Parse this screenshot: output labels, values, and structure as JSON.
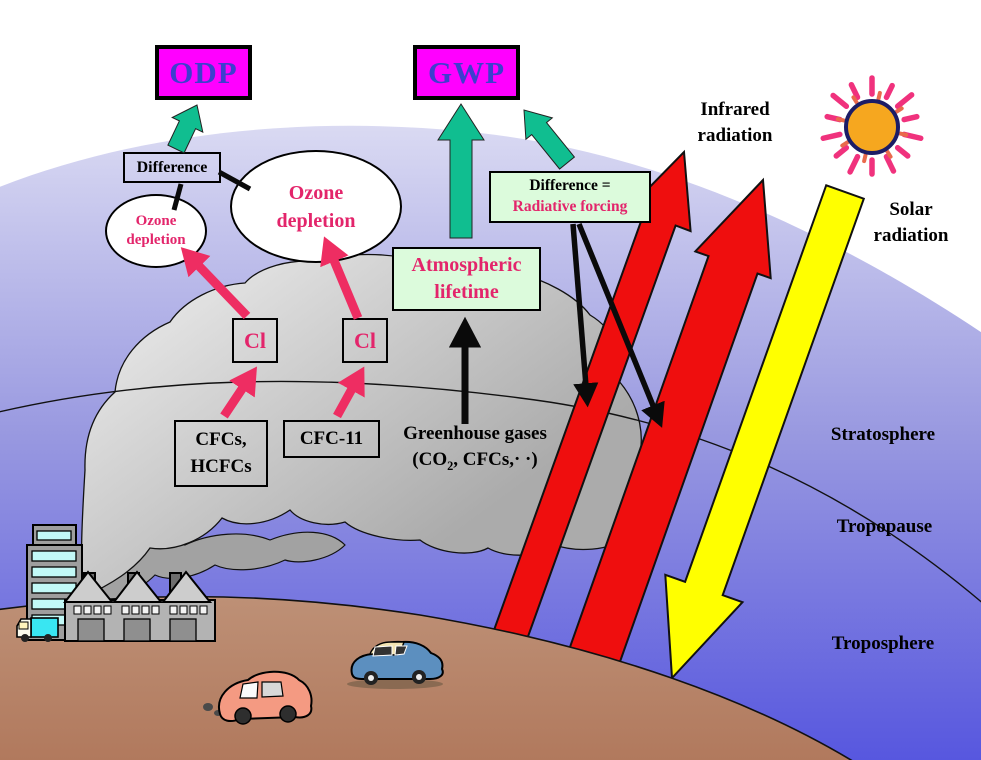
{
  "diagram": {
    "title_boxes": {
      "odp": "ODP",
      "gwp": "GWP"
    },
    "labels": {
      "difference": "Difference",
      "ozone_small_line1": "Ozone",
      "ozone_small_line2": "depletion",
      "ozone_large_line1": "Ozone",
      "ozone_large_line2": "depletion",
      "radiative_line1": "Difference =",
      "radiative_line2": "Radiative forcing",
      "lifetime_line1": "Atmospheric",
      "lifetime_line2": "lifetime",
      "cl_1": "Cl",
      "cl_2": "Cl",
      "cfcs_line1": "CFCs,",
      "cfcs_line2": "HCFCs",
      "cfc11": "CFC-11",
      "greenhouse_line1": "Greenhouse gases",
      "greenhouse_line2_pre": "(CO",
      "greenhouse_sub": "2",
      "greenhouse_line2_post": ", CFCs,· ·)",
      "infrared_line1": "Infrared",
      "infrared_line2": "radiation",
      "solar_line1": "Solar",
      "solar_line2": "radiation"
    },
    "atmosphere_layers": [
      "Stratosphere",
      "Tropopause",
      "Troposphere"
    ],
    "icons": [
      "sun-icon",
      "factory-icon",
      "office-building-icon",
      "truck-icon",
      "car-icon",
      "vintage-car-icon",
      "smoke-cloud"
    ],
    "colors": {
      "box_magenta": "#FF00FF",
      "box_text_blue": "#3E3ECE",
      "pale_green_box": "#DCFBDC",
      "pink_accent": "#E3256B",
      "pink_arrow": "#EE2D62",
      "teal_arrow": "#10BE90",
      "red_arrow": "#EF0E0E",
      "yellow_arrow": "#FFFF00",
      "sky_top": "#DCDCF3",
      "sky_bottom": "#5757DF",
      "ground_brown": "#B1795D",
      "sun_orange": "#F6A71F"
    }
  }
}
